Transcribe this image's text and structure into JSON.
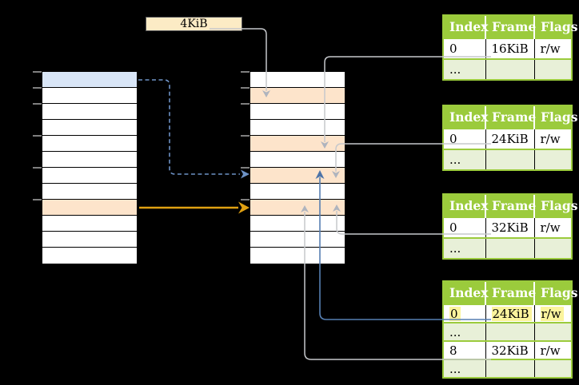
{
  "page_size_label": "4KiB",
  "left_grid": {
    "rows": 12,
    "blue_rows": [
      0
    ],
    "orange_rows": [
      8
    ]
  },
  "middle_grid": {
    "rows": 12,
    "orange_rows": [
      1,
      4,
      6,
      8
    ]
  },
  "page_tables": [
    {
      "headers": [
        "Index",
        "Frame",
        "Flags"
      ],
      "rows": [
        {
          "cells": [
            "0",
            "16KiB",
            "r/w"
          ],
          "shaded": false,
          "highlight": false
        },
        {
          "cells": [
            "...",
            "",
            ""
          ],
          "shaded": true,
          "highlight": false
        }
      ]
    },
    {
      "headers": [
        "Index",
        "Frame",
        "Flags"
      ],
      "rows": [
        {
          "cells": [
            "0",
            "24KiB",
            "r/w"
          ],
          "shaded": false,
          "highlight": false
        },
        {
          "cells": [
            "...",
            "",
            ""
          ],
          "shaded": true,
          "highlight": false
        }
      ]
    },
    {
      "headers": [
        "Index",
        "Frame",
        "Flags"
      ],
      "rows": [
        {
          "cells": [
            "0",
            "32KiB",
            "r/w"
          ],
          "shaded": false,
          "highlight": false
        },
        {
          "cells": [
            "...",
            "",
            ""
          ],
          "shaded": true,
          "highlight": false
        }
      ]
    },
    {
      "headers": [
        "Index",
        "Frame",
        "Flags"
      ],
      "rows": [
        {
          "cells": [
            "0",
            "24KiB",
            "r/w"
          ],
          "shaded": false,
          "highlight": true
        },
        {
          "cells": [
            "...",
            "",
            ""
          ],
          "shaded": true,
          "highlight": false
        },
        {
          "cells": [
            "8",
            "32KiB",
            "r/w"
          ],
          "shaded": false,
          "highlight": false
        },
        {
          "cells": [
            "...",
            "",
            ""
          ],
          "shaded": true,
          "highlight": false
        }
      ]
    }
  ],
  "colors": {
    "background": "#000000",
    "header_green": "#9BCB3C",
    "row_light_green": "#E8F0D8",
    "blue_row": "#D9E6F7",
    "orange_row": "#FDE4CB",
    "yellow_highlight": "#FBF49D",
    "box_cream": "#FCEBC5",
    "arrow_gray": "#C6C8CC",
    "arrowhead_gray": "#AFB4BE",
    "arrow_blue": "#567FB2",
    "arrowhead_blue": "#4D74A8",
    "arrow_blue_dashed": "#6D92C6",
    "arrow_orange": "#DFA012",
    "tick_gray": "#7F7F7F"
  }
}
